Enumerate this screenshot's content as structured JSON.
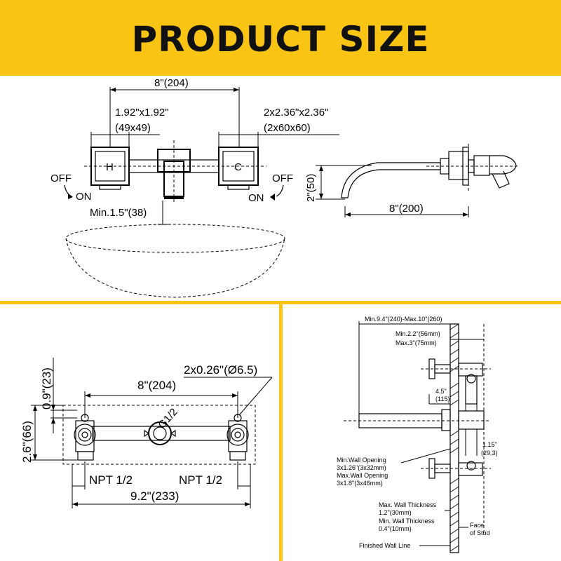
{
  "header": {
    "title": "PRODUCT SIZE",
    "bg_color": "#f9c413"
  },
  "divider_color": "#f9c413",
  "front_view": {
    "handle_spacing": "8\"(204)",
    "handle_size_in": "1.92\"x1.92\"",
    "handle_size_mm": "(49x49)",
    "handle_size2_in": "2x2.36\"x2.36\"",
    "handle_size2_mm": "(2x60x60)",
    "hot_label": "H",
    "cold_label": "C",
    "off_left": "OFF",
    "on_left": "ON",
    "off_right": "OFF",
    "on_right": "ON",
    "min_height": "Min.1.5\"(38)"
  },
  "side_view": {
    "height": "2\"(50)",
    "spout_length": "8\"(200)"
  },
  "back_view": {
    "hole_diameter": "2x0.26\"(Ø6.5)",
    "spacing": "8\"(204)",
    "inlet": "G1/2",
    "offset_top": "0.9\"(23)",
    "height": "2.6\"(66)",
    "npt_left": "NPT 1/2",
    "npt_right": "NPT 1/2",
    "total_width": "9.2\"(233)"
  },
  "wall_view": {
    "spout_reach": "Min.9.4\"(240)-Max.10\"(260)",
    "min_depth": "Min.2.2\"(56mm)",
    "max_depth": "Max.3\"(75mm)",
    "handle_depth_in": "4.5\"",
    "handle_depth_mm": "(115)",
    "spout_drop_in": "1.15\"",
    "spout_drop_mm": "(29.3)",
    "min_opening_label": "Min.Wall Opening",
    "min_opening_value": "3x1.26\"(3x32mm)",
    "max_opening_label": "Max.Wall Opening",
    "max_opening_value": "3x1.8\"(3x46mm)",
    "max_thickness_label": "Max. Wall Thickness",
    "max_thickness_value": "1.2\"(30mm)",
    "min_thickness_label": "Min. Wall Thickness",
    "min_thickness_value": "0.4\"(10mm)",
    "face_label": "Face",
    "stud_label": "of Stud",
    "finished_wall": "Finished Wall Line"
  }
}
